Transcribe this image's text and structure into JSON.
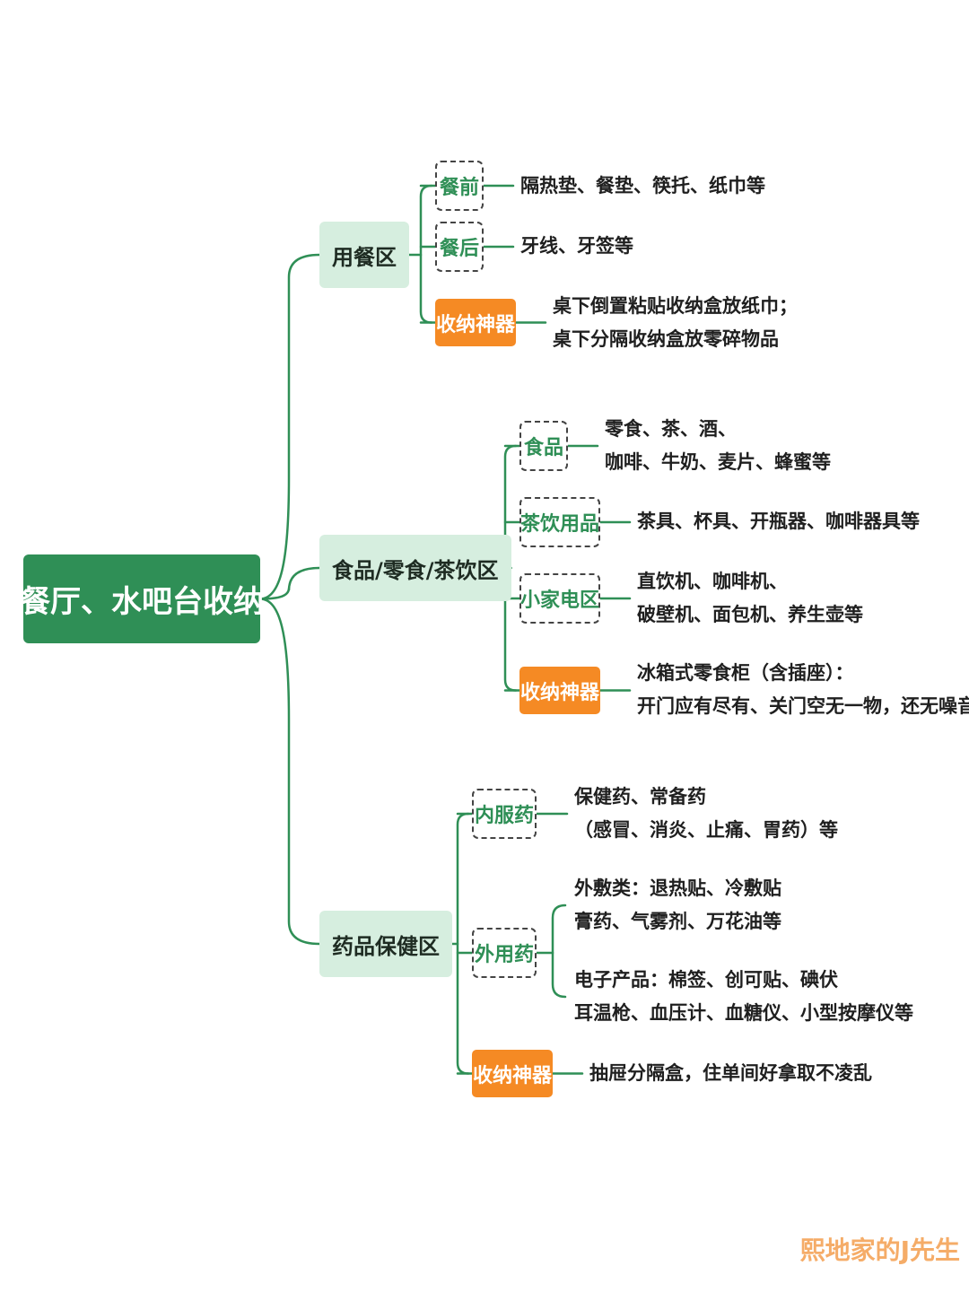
{
  "colors": {
    "primary_green": "#2f8f56",
    "section_bg": "#d6eedf",
    "tool_orange": "#f58a24",
    "watermark": "#f5a860"
  },
  "root": {
    "label": "餐厅、水吧台收纳"
  },
  "sections": [
    {
      "label": "用餐区",
      "children": [
        {
          "label": "餐前",
          "kind": "tag",
          "lines": [
            "隔热垫、餐垫、筷托、纸巾等"
          ]
        },
        {
          "label": "餐后",
          "kind": "tag",
          "lines": [
            "牙线、牙签等"
          ]
        },
        {
          "label": "收纳神器",
          "kind": "tool",
          "lines": [
            "桌下倒置粘贴收纳盒放纸巾；",
            "桌下分隔收纳盒放零碎物品"
          ]
        }
      ]
    },
    {
      "label": "食品/零食/茶饮区",
      "children": [
        {
          "label": "食品",
          "kind": "tag",
          "lines": [
            "零食、茶、酒、",
            "咖啡、牛奶、麦片、蜂蜜等"
          ]
        },
        {
          "label": "茶饮用品",
          "kind": "tag",
          "lines": [
            "茶具、杯具、开瓶器、咖啡器具等"
          ]
        },
        {
          "label": "小家电区",
          "kind": "tag",
          "lines": [
            "直饮机、咖啡机、",
            "破壁机、面包机、养生壶等"
          ]
        },
        {
          "label": "收纳神器",
          "kind": "tool",
          "lines": [
            "冰箱式零食柜（含插座）：",
            "开门应有尽有、关门空无一物，还无噪音"
          ]
        }
      ]
    },
    {
      "label": "药品保健区",
      "children": [
        {
          "label": "内服药",
          "kind": "tag",
          "lines": [
            "保健药、常备药",
            "（感冒、消炎、止痛、胃药）等"
          ]
        },
        {
          "label": "外用药",
          "kind": "tag",
          "groups": [
            {
              "lines": [
                "外敷类：退热贴、冷敷贴",
                "膏药、气雾剂、万花油等"
              ]
            },
            {
              "lines": [
                "电子产品：棉签、创可贴、碘伏",
                "耳温枪、血压计、血糖仪、小型按摩仪等"
              ]
            }
          ]
        },
        {
          "label": "收纳神器",
          "kind": "tool",
          "lines": [
            "抽屉分隔盒，住单间好拿取不凌乱"
          ]
        }
      ]
    }
  ],
  "watermark": {
    "text": "熙地家的J先生"
  }
}
